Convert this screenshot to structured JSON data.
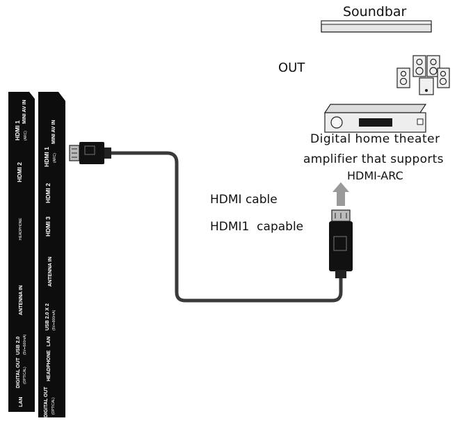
{
  "labels": {
    "soundbar": "Soundbar",
    "out": "OUT",
    "amplifier_line1": "Digital home theater",
    "amplifier_line2": "amplifier that supports",
    "amplifier_line3": "HDMI-ARC",
    "hdmi_cable": "HDMI cable",
    "hdmi1_capable": "HDMI1  capable"
  },
  "tv_panel_left": {
    "ports": [
      "MINI AV IN",
      "HDMI 1",
      "(ARC)",
      "HDMI 2",
      "HEADPHONE",
      "ANTENNA IN",
      "USB 2.0",
      "(5V⎓500mA)",
      "DIGITAL OUT",
      "(OPTICAL)",
      "LAN"
    ]
  },
  "tv_panel_right": {
    "ports": [
      "MINI AV IN",
      "HDMI 1",
      "(ARC)",
      "HDMI 2",
      "HDMI 3",
      "ANTENNA IN",
      "USB 2.0 X 2",
      "(5V⎓900mA)",
      "LAN",
      "HEADPHONE",
      "DIGITAL OUT",
      "(OPTICAL)"
    ]
  },
  "colors": {
    "panel": "#0d0d0d",
    "cable": "#3a3a3a",
    "arrow": "#9a9a9a",
    "device_fill": "#e6e6e6",
    "device_stroke": "#222222"
  },
  "icons": [
    "soundbar-icon",
    "speaker-set-icon",
    "amplifier-icon",
    "hdmi-plug-icon",
    "up-arrow-icon"
  ]
}
